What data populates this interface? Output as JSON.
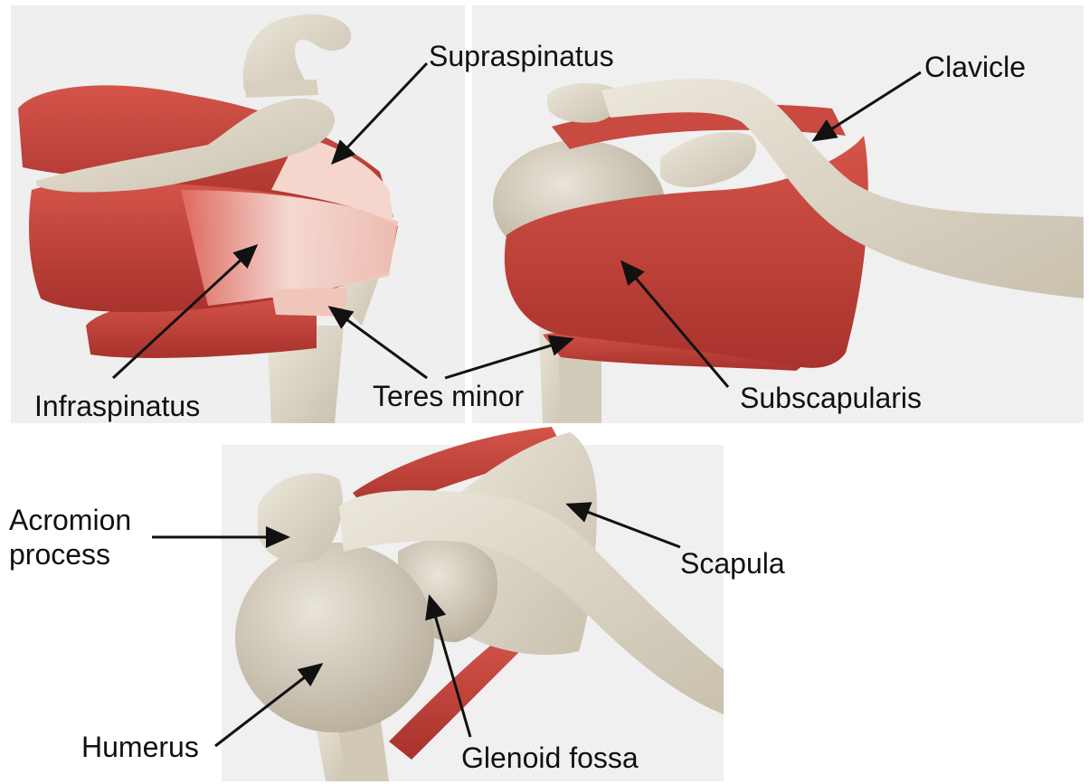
{
  "labels": {
    "supraspinatus": "Supraspinatus",
    "clavicle": "Clavicle",
    "infraspinatus": "Infraspinatus",
    "teres_minor": "Teres minor",
    "subscapularis": "Subscapularis",
    "acromion_process": "Acromion\nprocess",
    "scapula": "Scapula",
    "humerus": "Humerus",
    "glenoid_fossa": "Glenoid fossa"
  },
  "colors": {
    "panel_background": "#efefef",
    "page_background": "#ffffff",
    "muscle": "#c9453c",
    "muscle_dark": "#9a2a26",
    "tendon": "#f1c9bf",
    "bone": "#dcd5c6",
    "bone_shadow": "#bfb6a4",
    "arrow": "#111111"
  }
}
